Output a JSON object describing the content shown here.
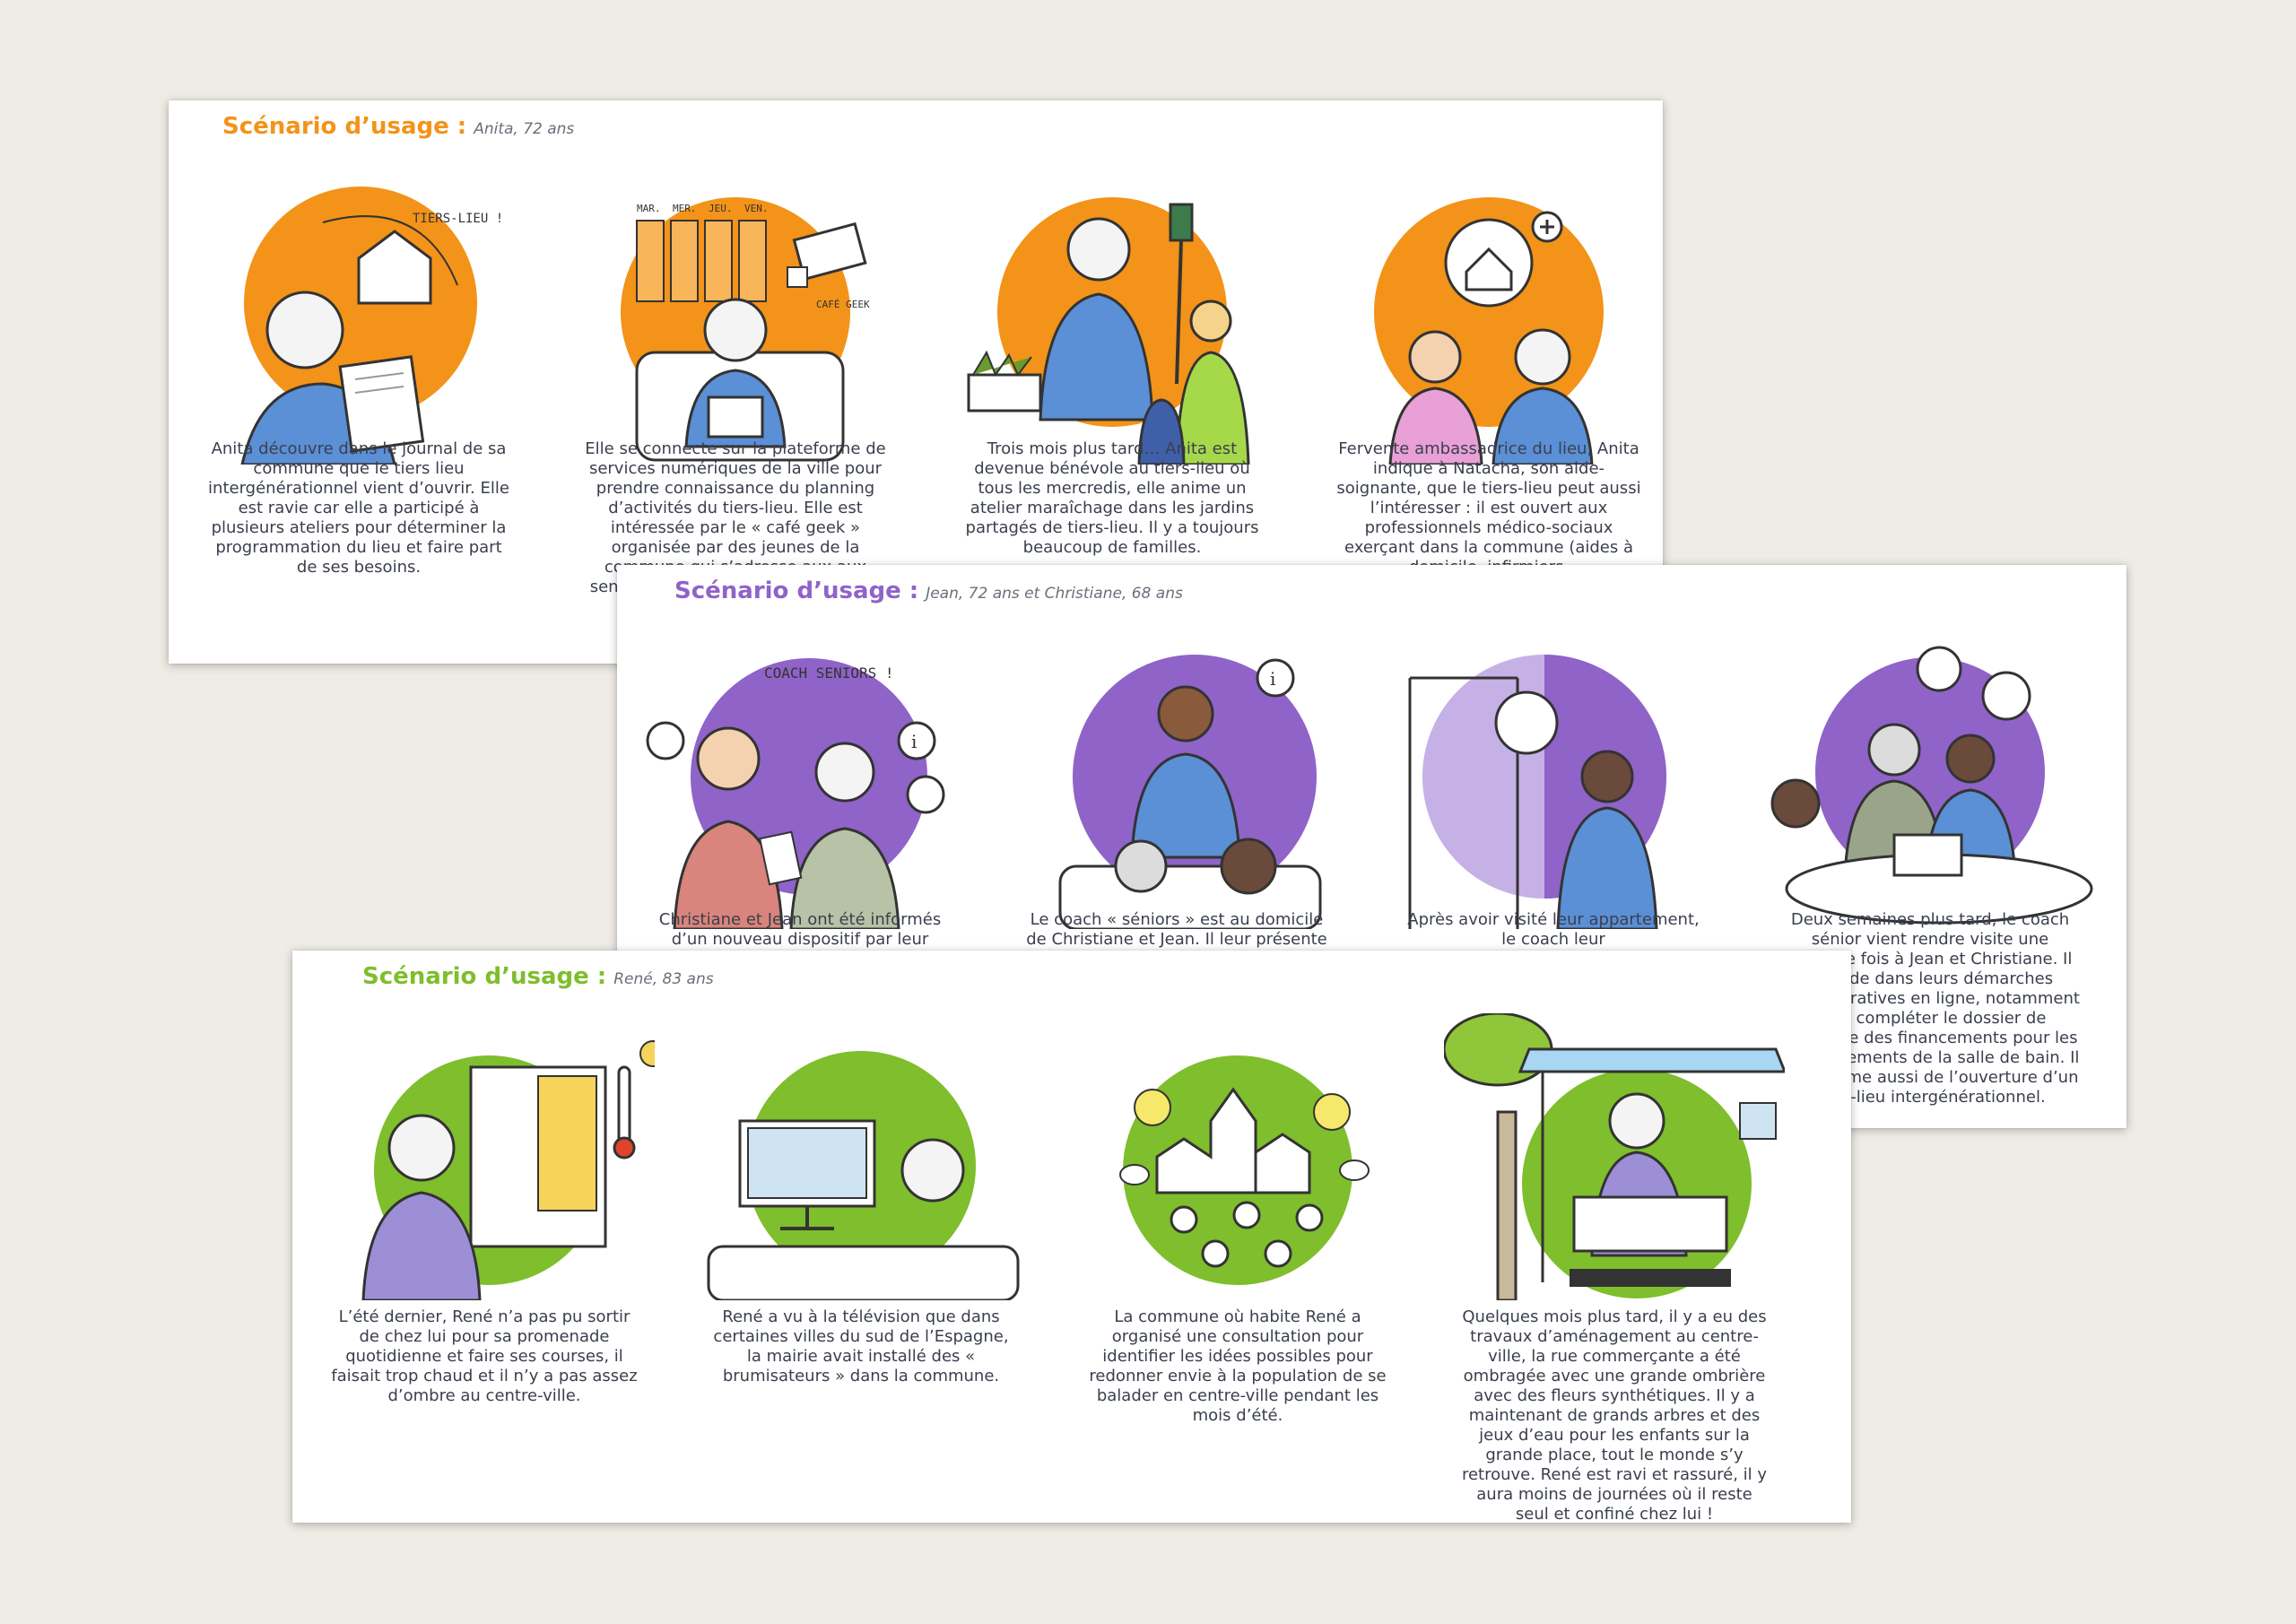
{
  "colors": {
    "background": "#efece6",
    "orange": "#f39319",
    "purple": "#8f63c8",
    "green": "#7fbe2c",
    "text": "#3a3f4d"
  },
  "scenarios": [
    {
      "title": "Scénario d’usage :",
      "subtitle": "Anita, 72 ans",
      "accent": "#f39319",
      "panels": [
        {
          "labels": [
            "TIERS-LIEU !"
          ],
          "text": "Anita découvre dans le journal de sa commune que le tiers lieu intergénérationnel  vient d’ouvrir. Elle est ravie car elle a participé à plusieurs ateliers pour déterminer la programmation du lieu et faire part de ses besoins."
        },
        {
          "labels": [
            "MAR.",
            "MER.",
            "JEU.",
            "VEN.",
            "CAFÉ GEEK"
          ],
          "text": "Elle se connecte sur la plateforme de services numériques de la ville pour prendre connaissance du planning d’activités du tiers-lieu. Elle est intéressée par le « café geek » organisée par des jeunes de la commune qui s’adresse aux aux seniors souhaitant savoir utiliser les outils qui s"
        },
        {
          "labels": [],
          "text": "Trois mois plus tard… Anita est devenue bénévole au tiers-lieu où tous les mercredis, elle anime un atelier maraîchage dans les jardins partagés de tiers-lieu. Il y a toujours beaucoup de familles."
        },
        {
          "labels": [],
          "text": "Fervente ambassadrice du lieu, Anita indique à Natacha, son aide-soignante, que le tiers-lieu peut aussi l’intéresser : il est ouvert aux professionnels médico-sociaux exerçant dans la commune (aides à domicile, infirmiers,"
        }
      ]
    },
    {
      "title": "Scénario d’usage :",
      "subtitle": "Jean, 72 ans et Christiane, 68 ans",
      "accent": "#8f63c8",
      "panels": [
        {
          "labels": [
            "COACH SENIORS !"
          ],
          "text": "Christiane et Jean ont été informés d’un nouveau dispositif par leur"
        },
        {
          "labels": [],
          "text": "Le coach « séniors » est au domicile de Christiane et Jean. Il leur présente"
        },
        {
          "labels": [],
          "text": "Après avoir visité leur appartement, le coach leur"
        },
        {
          "labels": [],
          "text": "Deux semaines plus tard, le coach sénior vient rendre visite une seconde fois à Jean et Christiane. Il les aide dans leurs démarches administratives en ligne, notamment pour compléter le dossier de demande des financements pour les aménagements de la salle de bain. Il les informe aussi de l’ouverture d’un tiers-lieu intergénérationnel."
        }
      ]
    },
    {
      "title": "Scénario d’usage :",
      "subtitle": "René, 83 ans",
      "accent": "#7fbe2c",
      "panels": [
        {
          "labels": [],
          "text": "L’été dernier, René n’a pas pu sortir de chez lui pour sa promenade quotidienne et faire ses courses, il faisait trop chaud et il n’y a pas assez d’ombre au centre-ville."
        },
        {
          "labels": [],
          "text": "René a vu à la télévision que dans certaines villes du sud de l’Espagne, la mairie avait installé des « brumisateurs » dans la commune."
        },
        {
          "labels": [],
          "text": "La commune où habite René a organisé une consultation pour identifier les idées possibles pour redonner envie à la population de se balader en centre-ville pendant les mois d’été."
        },
        {
          "labels": [],
          "text": "Quelques mois plus tard, il y a eu des travaux d’aménagement au centre-ville, la rue commerçante a été ombragée avec une grande ombrière avec des fleurs synthétiques. Il y a maintenant de grands arbres et des jeux d’eau pour les enfants sur la grande place, tout le monde s’y retrouve. René est ravi et rassuré, il y aura moins de journées où il reste seul et confiné chez lui !"
        }
      ]
    }
  ]
}
